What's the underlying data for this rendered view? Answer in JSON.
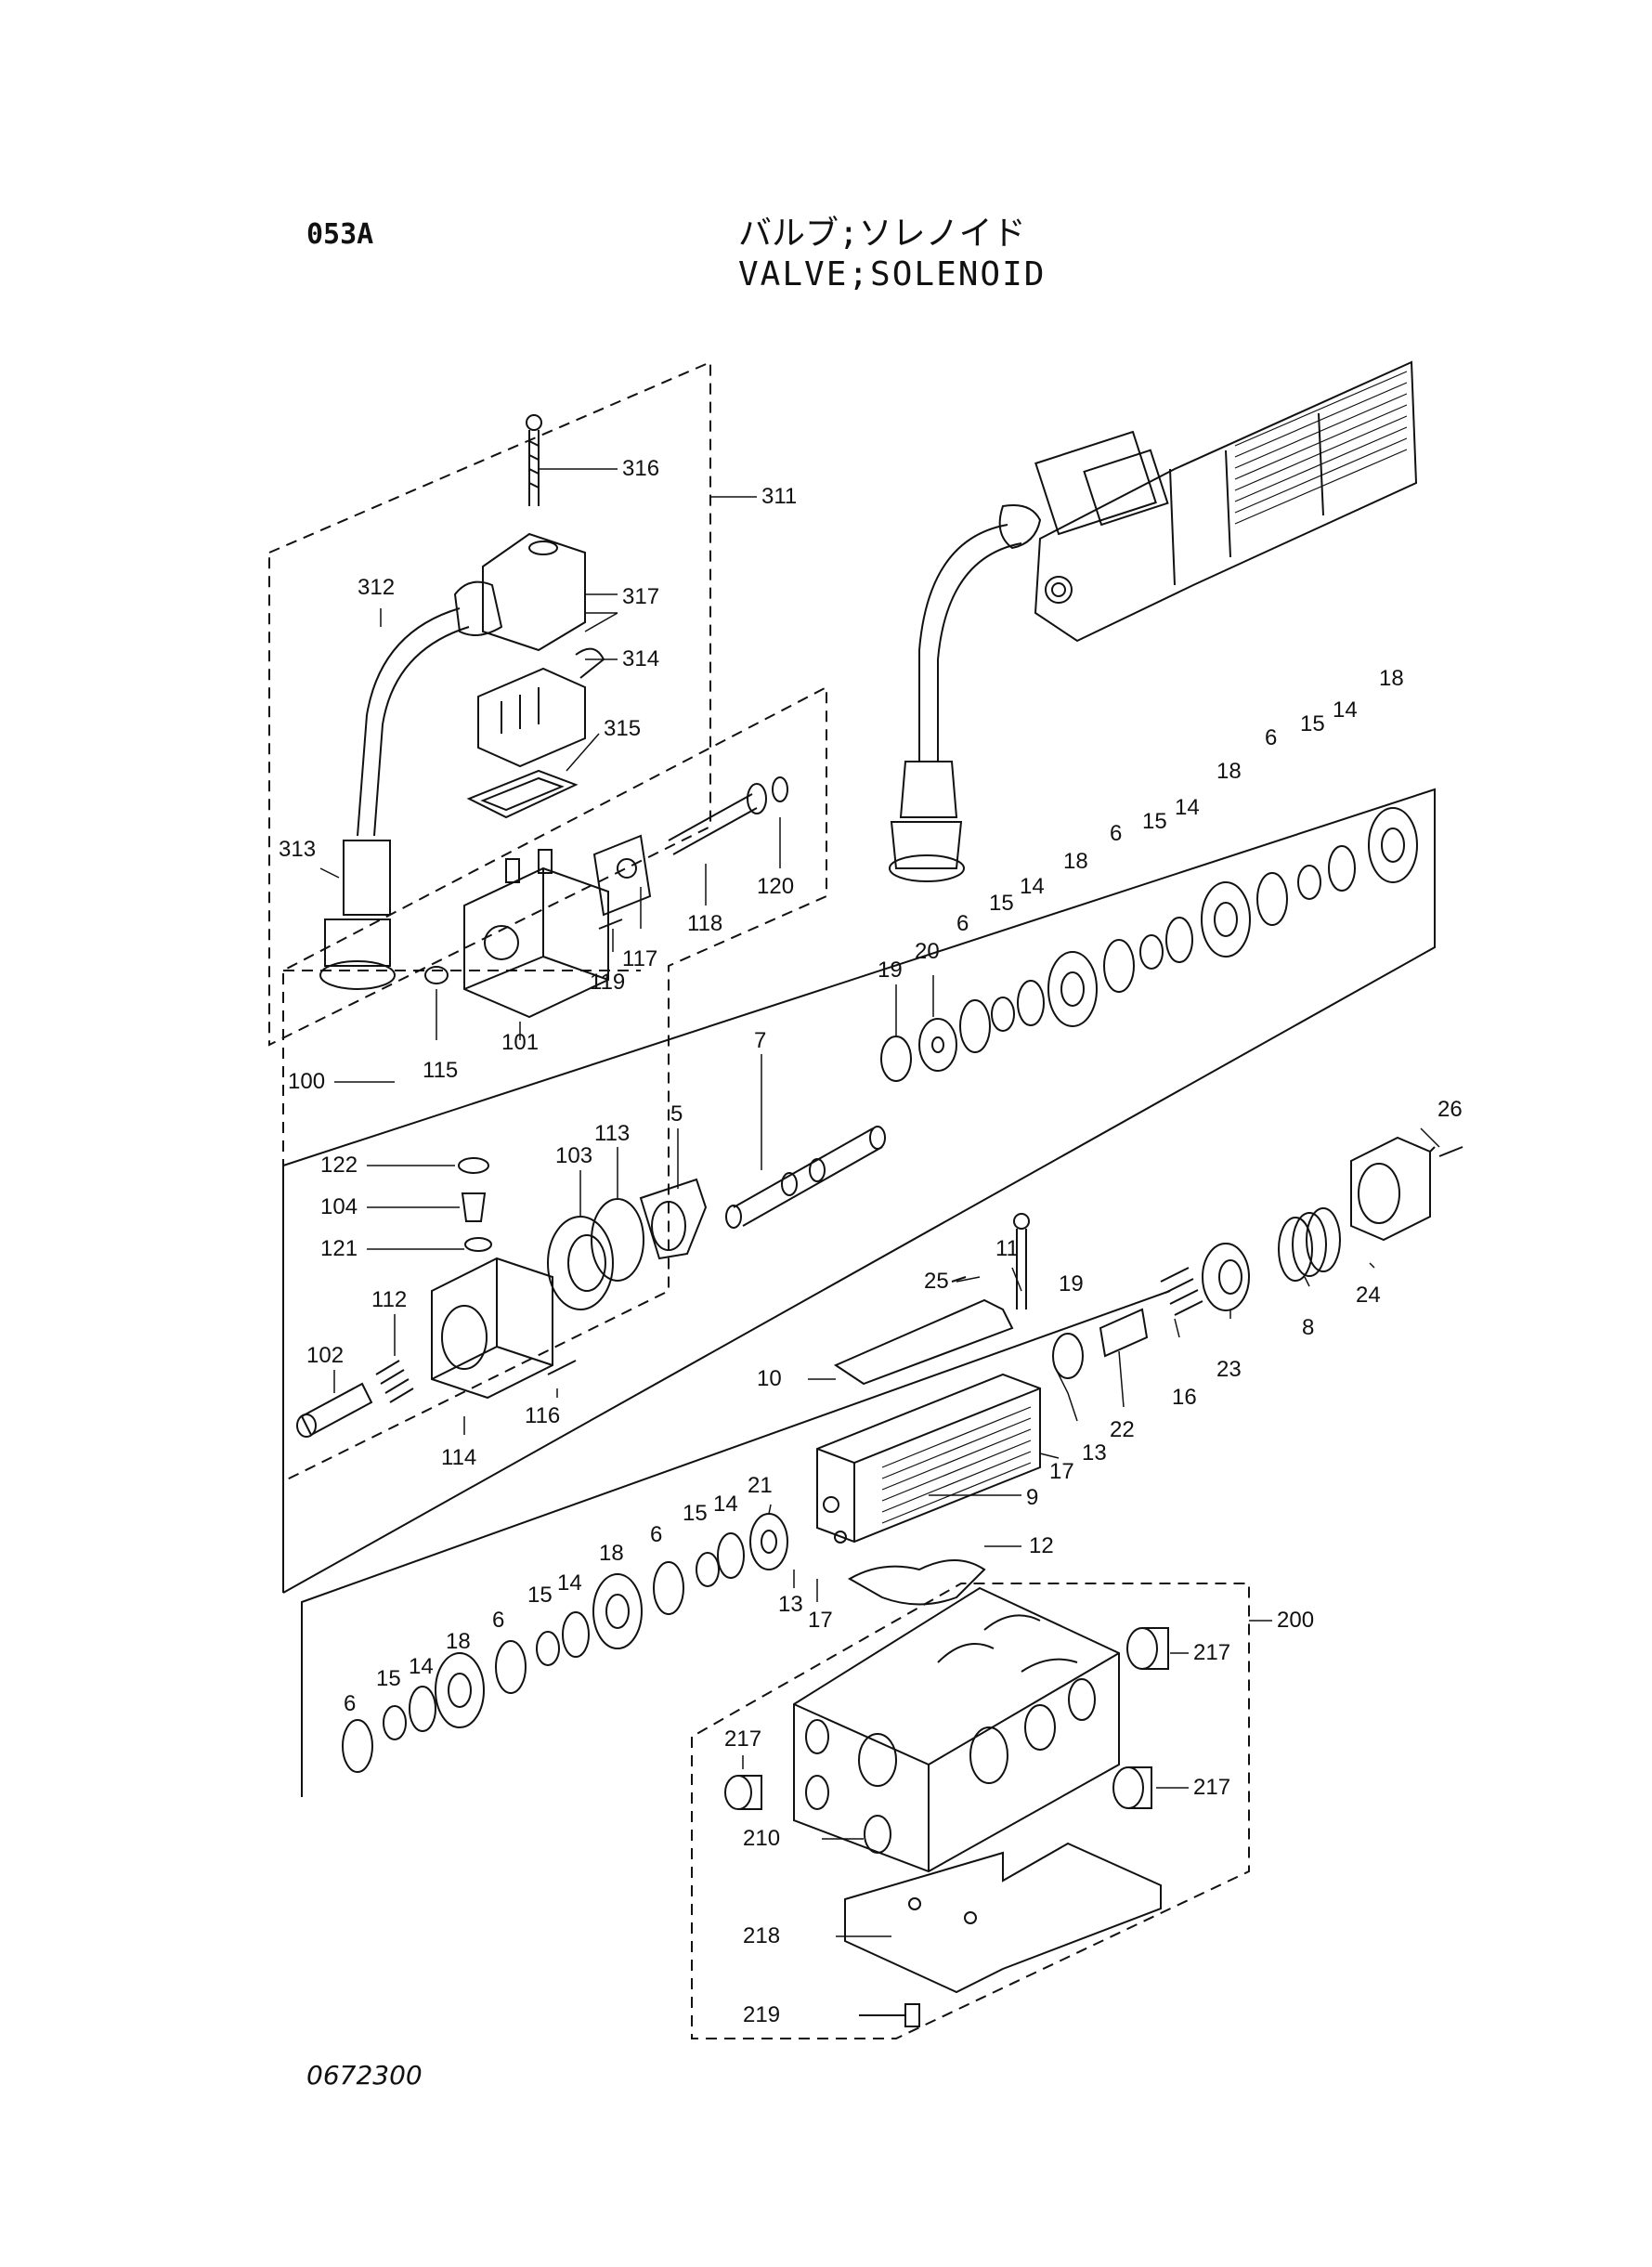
{
  "header": {
    "page_code": "053A",
    "title_jp": "バルブ;ソレノイド",
    "title_en": "VALVE;SOLENOID"
  },
  "footer": {
    "drawing_number": "0672300"
  },
  "callouts": [
    "316",
    "311",
    "312",
    "317",
    "314",
    "315",
    "313",
    "120",
    "118",
    "117",
    "119",
    "101",
    "115",
    "100",
    "18",
    "6",
    "15",
    "14",
    "20",
    "19",
    "7",
    "5",
    "113",
    "103",
    "122",
    "104",
    "121",
    "112",
    "102",
    "114",
    "116",
    "26",
    "24",
    "8",
    "23",
    "16",
    "22",
    "11",
    "25",
    "10",
    "13",
    "17",
    "9",
    "12",
    "21",
    "200",
    "217",
    "210",
    "218",
    "219"
  ]
}
